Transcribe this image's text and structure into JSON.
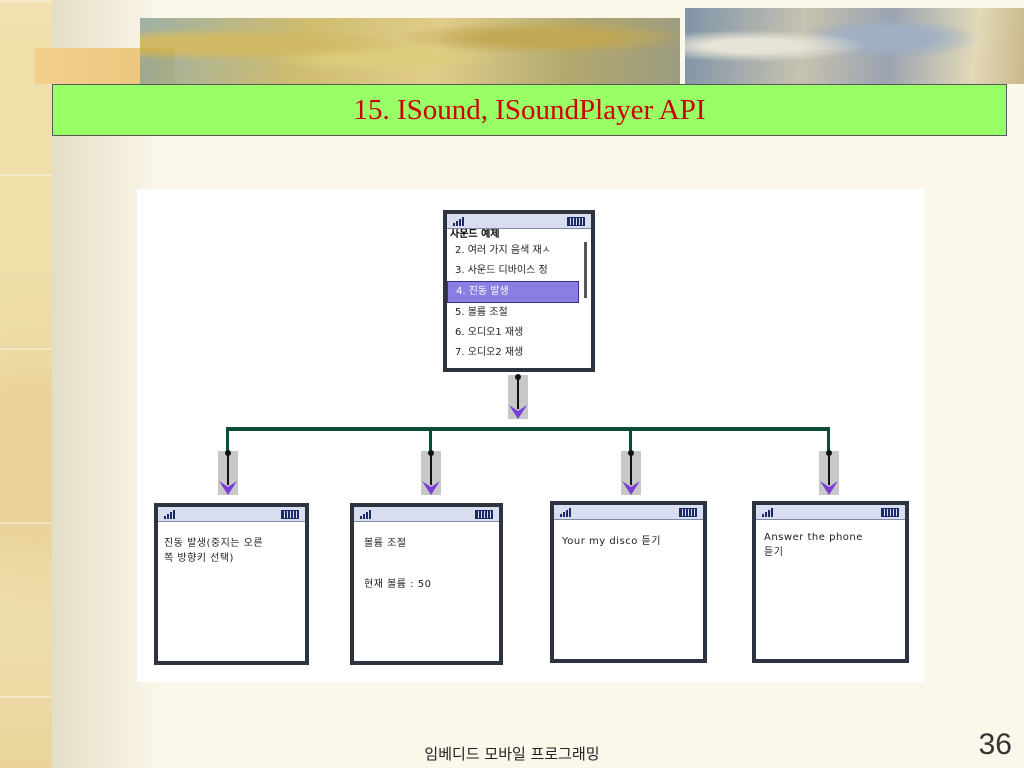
{
  "slide": {
    "title": "15. ISound, ISoundPlayer API",
    "footer": "임베디드 모바일 프로그래밍",
    "page_number": "36"
  },
  "diagram": {
    "main_phone": {
      "title": "사운드 예제",
      "items": [
        "2. 여러 가지 음색 재ㅅ",
        "3. 사운드 디바이스 정",
        "4. 진동 발생",
        "5. 볼륨 조절",
        "6. 오디오1 재생",
        "7. 오디오2 재생"
      ],
      "selected_index": 2
    },
    "child_phones": [
      {
        "lines": [
          "진동 발생(중지는 오른",
          "쪽 방향키 선택)"
        ]
      },
      {
        "lines": [
          "볼륨 조절",
          "현재 볼륨 : 50"
        ]
      },
      {
        "lines": [
          "Your my disco 듣기"
        ]
      },
      {
        "lines": [
          "Answer the phone",
          "듣기"
        ]
      }
    ]
  },
  "colors": {
    "title_bg": "#99ff66",
    "title_text": "#cc0000",
    "connector": "#0e4a3a",
    "arrow_head": "#7b3fd6",
    "selection": "#8a7fe0"
  }
}
